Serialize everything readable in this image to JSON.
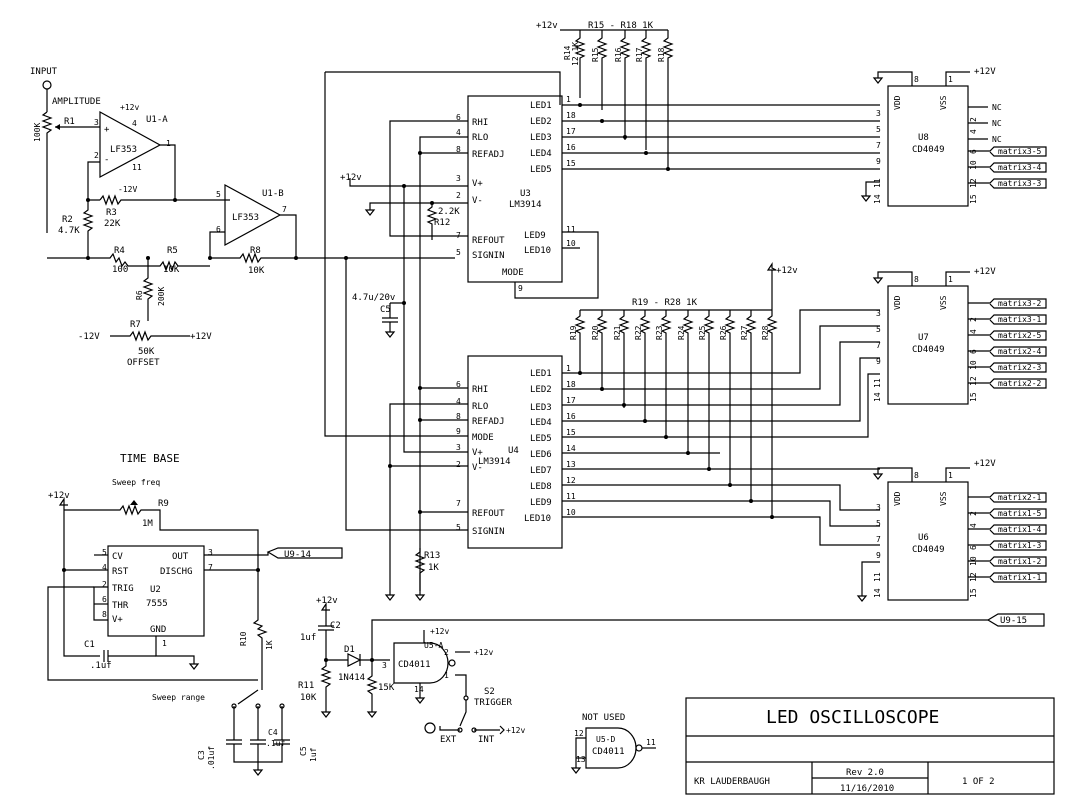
{
  "title_block": {
    "title": "LED OSCILLOSCOPE",
    "author": "KR LAUDERBAUGH",
    "rev": "Rev 2.0",
    "date": "11/16/2010",
    "sheet": "1 OF 2"
  },
  "sections": {
    "time_base": "TIME BASE",
    "not_used": "NOT USED"
  },
  "labels": {
    "input": "INPUT",
    "amplitude": "AMPLITUDE",
    "offset": "OFFSET",
    "sweep_freq": "Sweep freq",
    "sweep_range": "Sweep range",
    "ext": "EXT",
    "int": "INT",
    "trigger": "TRIGGER",
    "s2": "S2",
    "r15_r18": "R15 - R18 1K",
    "r19_r28": "R19 - R28 1K"
  },
  "rails": {
    "p12": "+12v",
    "m12": "-12V",
    "p12b": "+12V"
  },
  "u1a": {
    "name": "U1-A",
    "part": "LF353",
    "pins": [
      "3",
      "2",
      "4",
      "11",
      "1"
    ]
  },
  "u1b": {
    "name": "U1-B",
    "part": "LF353",
    "pins": [
      "5",
      "6",
      "7"
    ]
  },
  "u2": {
    "name": "U2",
    "part": "7555",
    "pins": [
      "CV",
      "RST",
      "TRIG",
      "THR",
      "V+",
      "OUT",
      "DISCHG",
      "GND"
    ],
    "nums": [
      "5",
      "4",
      "2",
      "6",
      "8",
      "3",
      "7",
      "1"
    ]
  },
  "u3": {
    "name": "U3",
    "part": "LM3914",
    "left": [
      "RHI",
      "RLO",
      "REFADJ",
      "V+",
      "V-",
      "REFOUT",
      "SIGNIN"
    ],
    "left_nums": [
      "6",
      "4",
      "8",
      "3",
      "2",
      "7",
      "5"
    ],
    "right": [
      "LED1",
      "LED2",
      "LED3",
      "LED4",
      "LED5",
      "LED9",
      "LED10"
    ],
    "right_nums": [
      "1",
      "18",
      "17",
      "16",
      "15",
      "11",
      "10"
    ],
    "mode": "MODE",
    "mode_num": "9"
  },
  "u4": {
    "name": "U4",
    "part": "LM3914",
    "left": [
      "RHI",
      "RLO",
      "REFADJ",
      "MODE",
      "V+",
      "V-",
      "REFOUT",
      "SIGNIN"
    ],
    "left_nums": [
      "6",
      "4",
      "8",
      "9",
      "3",
      "2",
      "7",
      "5"
    ],
    "right": [
      "LED1",
      "LED2",
      "LED3",
      "LED4",
      "LED5",
      "LED6",
      "LED7",
      "LED8",
      "LED9",
      "LED10"
    ],
    "right_nums": [
      "1",
      "18",
      "17",
      "16",
      "15",
      "14",
      "13",
      "12",
      "11",
      "10"
    ]
  },
  "cd4049": [
    {
      "name": "U8",
      "part": "CD4049",
      "outs": [
        "matrix3-5",
        "matrix3-4",
        "matrix3-3"
      ],
      "ncs": [
        "NC",
        "NC",
        "NC"
      ]
    },
    {
      "name": "U7",
      "part": "CD4049",
      "outs": [
        "matrix3-2",
        "matrix3-1",
        "matrix2-5",
        "matrix2-4",
        "matrix2-3",
        "matrix2-2"
      ]
    },
    {
      "name": "U6",
      "part": "CD4049",
      "outs": [
        "matrix2-1",
        "matrix1-5",
        "matrix1-4",
        "matrix1-3",
        "matrix1-2",
        "matrix1-1"
      ]
    }
  ],
  "chip_pins": {
    "vdd": "VDD",
    "vss": "VSS",
    "left": [
      "3",
      "5",
      "7",
      "9",
      "11",
      "14"
    ],
    "right": [
      "2",
      "4",
      "6",
      "10",
      "12",
      "15"
    ],
    "top": [
      "8",
      "1"
    ]
  },
  "resistors": {
    "r1": "R1",
    "r1v": "100K",
    "r2": "R2",
    "r2v": "4.7K",
    "r3": "R3",
    "r3v": "22K",
    "r4": "R4",
    "r4v": "100",
    "r5": "R5",
    "r5v": "10K",
    "r6": "R6",
    "r6v": "200K",
    "r7": "R7",
    "r7v": "50K",
    "r8": "R8",
    "r8v": "10K",
    "r9": "R9",
    "r9v": "1M",
    "r10": "R10",
    "r10v": "1K",
    "r11": "R11",
    "r11v": "10K",
    "r12": "R12",
    "r12v": "2.2K",
    "r13": "R13",
    "r13v": "1K",
    "r14": "R14",
    "r14v": "12.1K",
    "r15v": "15K",
    "top_res": [
      "R15",
      "R16",
      "R17",
      "R18"
    ],
    "mid_res": [
      "R19",
      "R20",
      "R21",
      "R22",
      "R23",
      "R24",
      "R25",
      "R26",
      "R27",
      "R28"
    ]
  },
  "caps": {
    "c1": "C1",
    "c1v": ".1uf",
    "c2": "C2",
    "c2v": "1uf",
    "c3": "C3",
    "c3v": ".01uf",
    "c4": "C4",
    "c4v": ".1uf",
    "c5": "C5",
    "c5v": "1uf",
    "c5b": "4.7u/20v"
  },
  "diode": {
    "name": "D1",
    "part": "1N414"
  },
  "u5a": {
    "name": "U5-A",
    "part": "CD4011",
    "pins": [
      "3",
      "2",
      "1",
      "14"
    ]
  },
  "u5d": {
    "name": "U5-D",
    "part": "CD4011",
    "pins": [
      "12",
      "13",
      "11"
    ]
  },
  "connectors": {
    "u9_14": "U9-14",
    "u9_15": "U9-15"
  }
}
